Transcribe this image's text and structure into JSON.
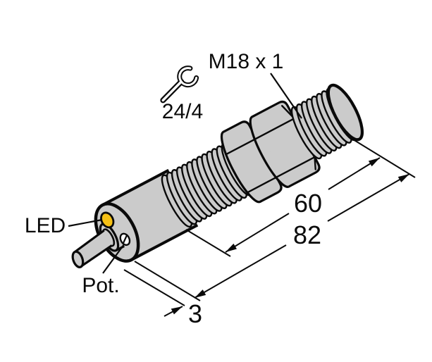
{
  "diagram": {
    "type": "technical-drawing",
    "subject": "threaded cylindrical sensor with lock nuts, rear LED, potentiometer and cable",
    "labels": {
      "thread_size": "M18 x 1",
      "wrench_size": "24/4",
      "led": "LED",
      "pot": "Pot."
    },
    "dimensions": {
      "thread_length": "60",
      "overall_length": "82",
      "rear_offset": "3"
    },
    "icons": {
      "wrench": "wrench-icon"
    },
    "colors": {
      "background": "#FFFFFF",
      "housing_fill": "#CBCBCB",
      "outline": "#0A0A0A",
      "led_fill": "#F5C015",
      "pot_screw_fill": "#FFFFFF"
    }
  }
}
